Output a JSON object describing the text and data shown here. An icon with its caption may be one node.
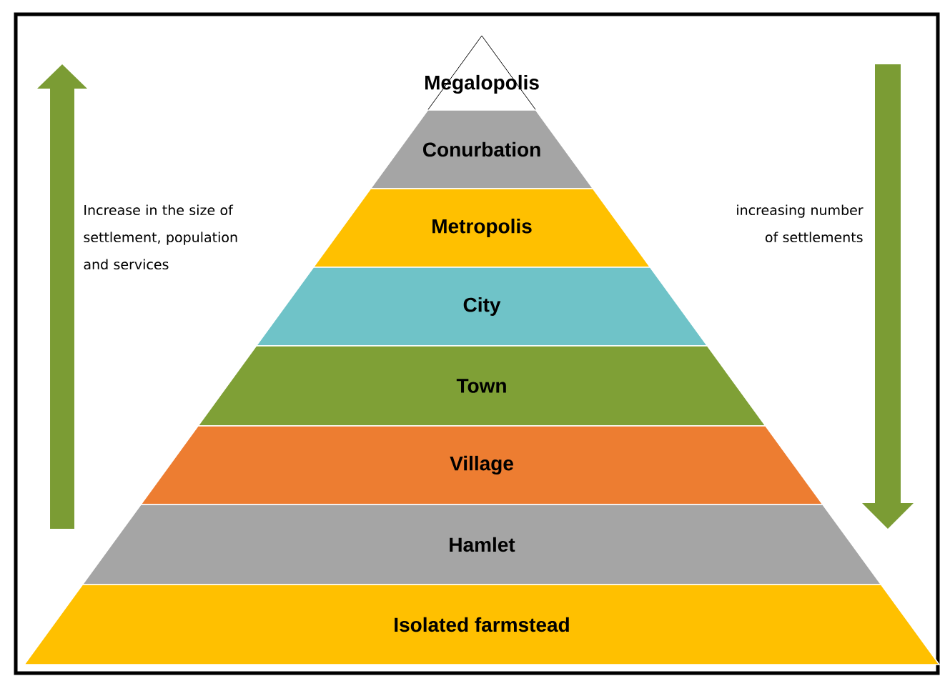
{
  "diagram": {
    "nodes": [
      {
        "text": [
          "Megalopolis"
        ]
      },
      {
        "text": [
          "Conurbation"
        ]
      },
      {
        "text": [
          "Metropolis"
        ]
      },
      {
        "text": [
          "City"
        ]
      },
      {
        "text": [
          "Town"
        ]
      },
      {
        "text": [
          "Village"
        ]
      },
      {
        "text": [
          "Hamlet"
        ]
      },
      {
        "text": [
          "Isolated farmstead"
        ]
      }
    ],
    "labels": [
      "Increase in the size of settlement, population and services",
      "increasing number of settlements"
    ]
  }
}
